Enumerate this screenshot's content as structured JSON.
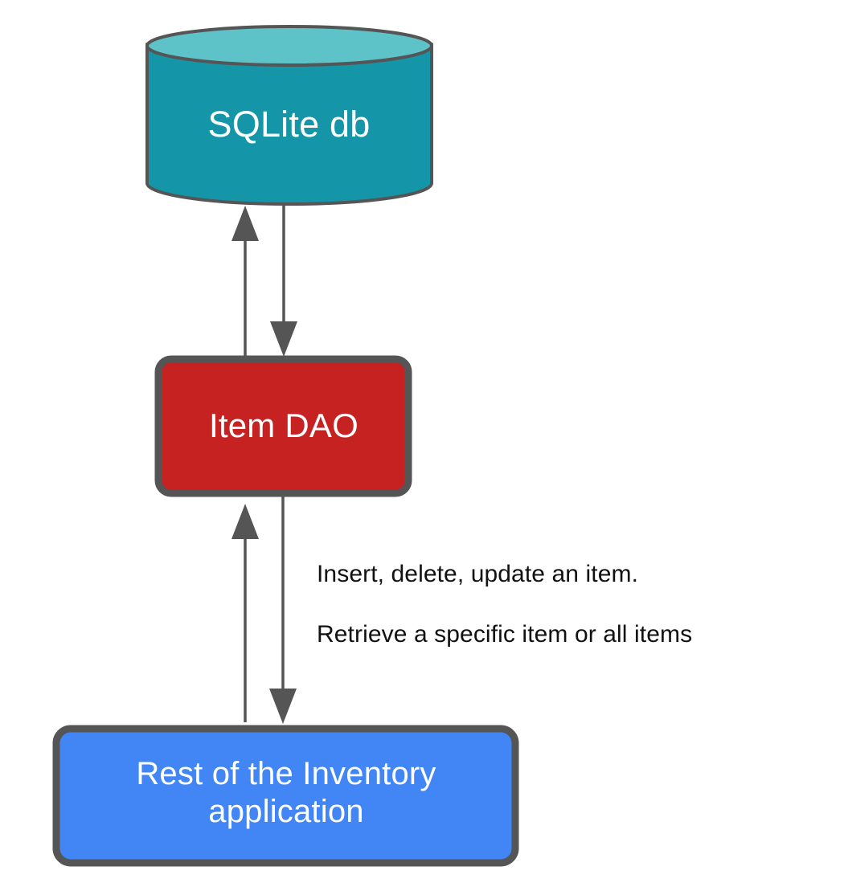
{
  "diagram": {
    "type": "architecture-flow",
    "background_color": "#ffffff",
    "nodes": [
      {
        "id": "sqlite-db",
        "shape": "cylinder",
        "label": "SQLite db",
        "fill": "#1596a8",
        "top_fill": "#5ec2c9",
        "stroke": "#555555",
        "text_color": "#ffffff"
      },
      {
        "id": "item-dao",
        "shape": "rounded-rect",
        "label": "Item DAO",
        "fill": "#c62222",
        "stroke": "#555555",
        "text_color": "#ffffff"
      },
      {
        "id": "inventory-app",
        "shape": "rounded-rect",
        "label": "Rest of the Inventory\napplication",
        "fill": "#4285f4",
        "stroke": "#555555",
        "text_color": "#ffffff"
      }
    ],
    "edges": [
      {
        "id": "dao-to-db",
        "from": "item-dao",
        "to": "sqlite-db",
        "direction": "up",
        "stroke": "#555555"
      },
      {
        "id": "db-to-dao",
        "from": "sqlite-db",
        "to": "item-dao",
        "direction": "down",
        "stroke": "#555555"
      },
      {
        "id": "app-to-dao",
        "from": "inventory-app",
        "to": "item-dao",
        "direction": "up",
        "stroke": "#555555"
      },
      {
        "id": "dao-to-app",
        "from": "item-dao",
        "to": "inventory-app",
        "direction": "down",
        "stroke": "#555555"
      }
    ],
    "captions": {
      "line1": "Insert, delete, update an item.",
      "line2": "Retrieve a specific item or all items",
      "color": "#111111"
    }
  }
}
